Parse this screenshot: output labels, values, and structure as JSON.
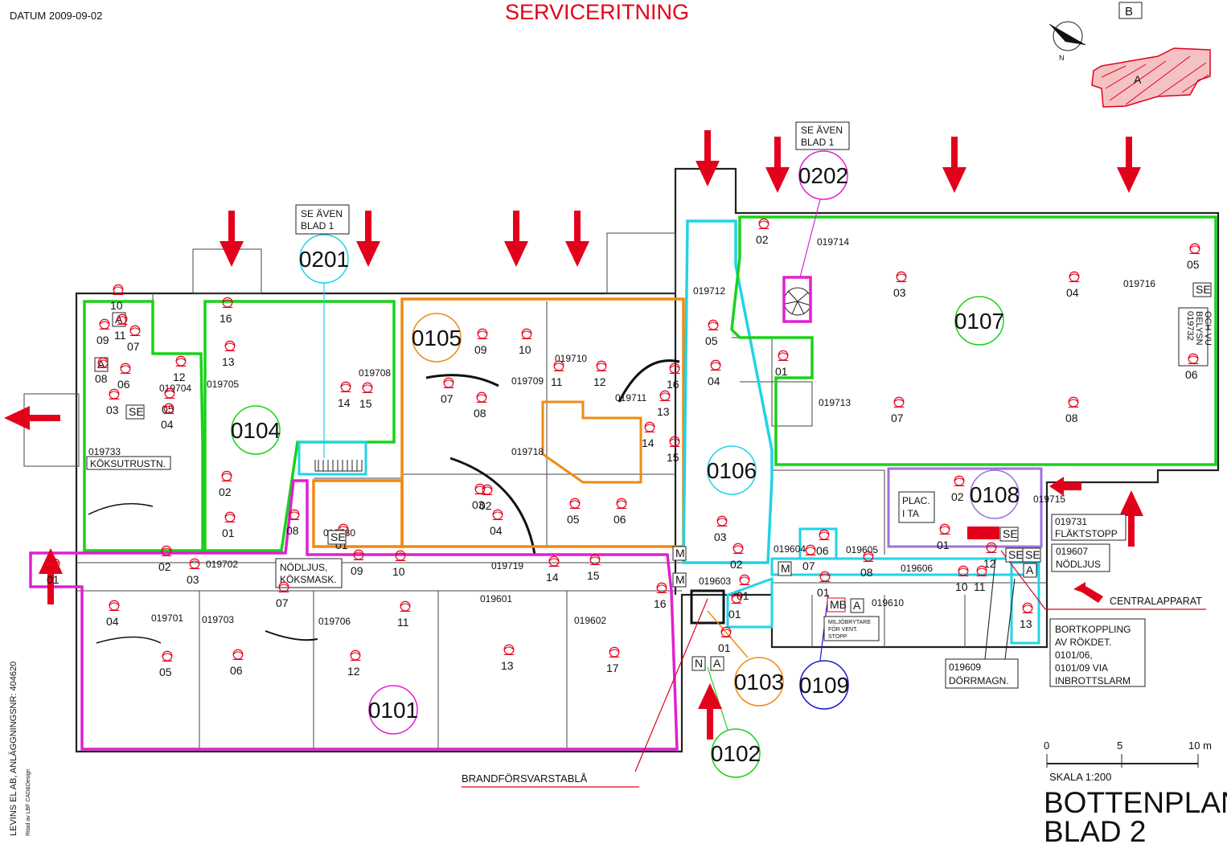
{
  "header": {
    "datum": "DATUM 2009-09-02",
    "title": "SERVICERITNING",
    "sheet_ref": "B",
    "north_label": "N",
    "building_ref": "A"
  },
  "colors": {
    "title_red": "#e3001b",
    "zone_green": "#19d219",
    "zone_cyan": "#22d3e6",
    "zone_orange": "#f08a12",
    "zone_magenta": "#e020d0",
    "zone_purple": "#a070e0",
    "zone_blue": "#1a1ad0"
  },
  "zones": [
    {
      "id": "0101",
      "color": "#e020d0"
    },
    {
      "id": "0102",
      "color": "#19d219"
    },
    {
      "id": "0103",
      "color": "#f08a12"
    },
    {
      "id": "0104",
      "color": "#19d219"
    },
    {
      "id": "0105",
      "color": "#f08a12"
    },
    {
      "id": "0106",
      "color": "#22d3e6"
    },
    {
      "id": "0107",
      "color": "#19d219"
    },
    {
      "id": "0108",
      "color": "#a070e0"
    },
    {
      "id": "0109",
      "color": "#1a1ad0"
    },
    {
      "id": "0201",
      "color": "#22d3e6"
    },
    {
      "id": "0202",
      "color": "#e020d0"
    }
  ],
  "notes": {
    "se_even_1": [
      "SE ÄVEN",
      "BLAD 1"
    ],
    "se_even_2": [
      "SE ÄVEN",
      "BLAD 1"
    ],
    "koksutrustn": "KÖKSUTRUSTN.",
    "nodljus_koks": [
      "NÖDLJUS,",
      "KÖKSMASK."
    ],
    "plac_ita": [
      "PLAC.",
      "I TA"
    ],
    "flaktstopp_id": "019731",
    "flaktstopp": "FLÄKTSTOPP",
    "nodljus_id": "019607",
    "nodljus": "NÖDLJUS",
    "centralapparat": "CENTRALAPPARAT",
    "bortkoppling": [
      "BORTKOPPLING",
      "AV RÖKDET.",
      "0101/06,",
      "0101/09 VIA",
      "INBROTTSLARM"
    ],
    "dorrmagn_id": "019609",
    "dorrmagn": "DÖRRMAGN.",
    "brandforsvarstabla": "BRANDFÖRSVARSTABLÅ",
    "belysn": [
      "019732",
      "BELYSN",
      "OCH VU"
    ],
    "miljobrytare": [
      "MILJÖBRYTARE",
      "FÖR VENT.",
      "STOPP"
    ]
  },
  "scale": {
    "ticks": [
      "0",
      "5",
      "10 m"
    ],
    "label": "SKALA  1:200"
  },
  "title_block": {
    "line1": "BOTTENPLAN",
    "line2": "BLAD 2"
  },
  "side_text": {
    "company": "LEVINS EL AB, ANLÄGGNINGSNR: 404620",
    "drawn": "Ritad av LBF CAD&Design"
  },
  "labels": [
    {
      "t": "10"
    },
    {
      "t": "A"
    },
    {
      "t": "11"
    },
    {
      "t": "09"
    },
    {
      "t": "07"
    },
    {
      "t": "A"
    },
    {
      "t": "08"
    },
    {
      "t": "06"
    },
    {
      "t": "12"
    },
    {
      "t": "019704"
    },
    {
      "t": "03"
    },
    {
      "t": "SE"
    },
    {
      "t": "05"
    },
    {
      "t": "04"
    },
    {
      "t": "019733"
    },
    {
      "t": "16"
    },
    {
      "t": "13"
    },
    {
      "t": "019705"
    },
    {
      "t": "02"
    },
    {
      "t": "01"
    },
    {
      "t": "08"
    },
    {
      "t": "019708"
    },
    {
      "t": "14"
    },
    {
      "t": "15"
    },
    {
      "t": "019730"
    },
    {
      "t": "01"
    },
    {
      "t": "SE"
    },
    {
      "t": "09"
    },
    {
      "t": "10"
    },
    {
      "t": "019709"
    },
    {
      "t": "019710"
    },
    {
      "t": "11"
    },
    {
      "t": "12"
    },
    {
      "t": "07"
    },
    {
      "t": "08"
    },
    {
      "t": "019711"
    },
    {
      "t": "16"
    },
    {
      "t": "13"
    },
    {
      "t": "019718"
    },
    {
      "t": "14"
    },
    {
      "t": "15"
    },
    {
      "t": "02"
    },
    {
      "t": "03"
    },
    {
      "t": "04"
    },
    {
      "t": "05"
    },
    {
      "t": "06"
    },
    {
      "t": "019719"
    },
    {
      "t": "09"
    },
    {
      "t": "10"
    },
    {
      "t": "14"
    },
    {
      "t": "15"
    },
    {
      "t": "01"
    },
    {
      "t": "02"
    },
    {
      "t": "03"
    },
    {
      "t": "019702"
    },
    {
      "t": "04"
    },
    {
      "t": "019701"
    },
    {
      "t": "019703"
    },
    {
      "t": "07"
    },
    {
      "t": "019706"
    },
    {
      "t": "11"
    },
    {
      "t": "019601"
    },
    {
      "t": "019602"
    },
    {
      "t": "16"
    },
    {
      "t": "05"
    },
    {
      "t": "06"
    },
    {
      "t": "12"
    },
    {
      "t": "13"
    },
    {
      "t": "17"
    },
    {
      "t": "019712"
    },
    {
      "t": "05"
    },
    {
      "t": "04"
    },
    {
      "t": "03"
    },
    {
      "t": "02"
    },
    {
      "t": "019603"
    },
    {
      "t": "01"
    },
    {
      "t": "01"
    },
    {
      "t": "01"
    },
    {
      "t": "M"
    },
    {
      "t": "M"
    },
    {
      "t": "N"
    },
    {
      "t": "A"
    },
    {
      "t": "02"
    },
    {
      "t": "019714"
    },
    {
      "t": "01"
    },
    {
      "t": "03"
    },
    {
      "t": "04"
    },
    {
      "t": "019716"
    },
    {
      "t": "05"
    },
    {
      "t": "SE"
    },
    {
      "t": "06"
    },
    {
      "t": "019713"
    },
    {
      "t": "07"
    },
    {
      "t": "08"
    },
    {
      "t": "02"
    },
    {
      "t": "019715"
    },
    {
      "t": "SE"
    },
    {
      "t": "01"
    },
    {
      "t": "019604"
    },
    {
      "t": "06"
    },
    {
      "t": "019605"
    },
    {
      "t": "M"
    },
    {
      "t": "07"
    },
    {
      "t": "08"
    },
    {
      "t": "019606"
    },
    {
      "t": "12"
    },
    {
      "t": "10"
    },
    {
      "t": "11"
    },
    {
      "t": "SE"
    },
    {
      "t": "SE"
    },
    {
      "t": "A"
    },
    {
      "t": "13"
    },
    {
      "t": "01"
    },
    {
      "t": "MB"
    },
    {
      "t": "A"
    },
    {
      "t": "019610"
    }
  ]
}
